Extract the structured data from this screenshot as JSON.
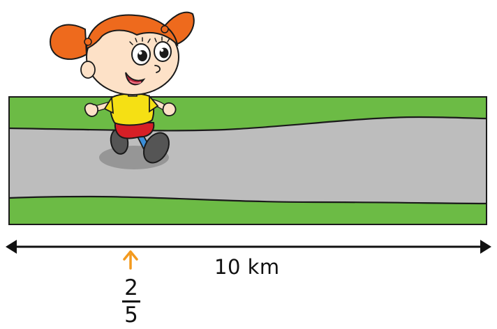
{
  "distance_label": "10 km",
  "fraction": {
    "numerator": "2",
    "denominator": "5"
  },
  "colors": {
    "grass": "#6cbb45",
    "road": "#bdbdbd",
    "outline": "#1a1a1a",
    "marker_arrow": "#f39a1e",
    "hair": "#ee6a1d",
    "shirt": "#f5e014",
    "shorts": "#d61f26",
    "skin": "#fde1c7"
  },
  "icons": [
    "girl-runner-illustration",
    "orange-up-arrow-icon",
    "double-headed-arrow-icon"
  ]
}
